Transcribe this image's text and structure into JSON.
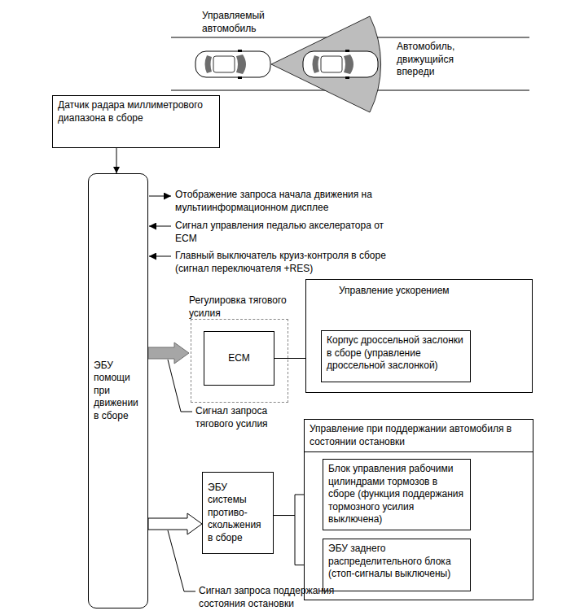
{
  "diagram": {
    "nodes": [
      {
        "text": [
          "Датчик радара миллиметрового диапазона в сборе"
        ]
      },
      {
        "text": [
          "ЭБУ помощи при движении в сборе"
        ]
      },
      {
        "text": [
          "Регулировка тягового усилия"
        ]
      },
      {
        "text": [
          "ECM"
        ],
        "in": 2
      },
      {
        "text": [
          "Управление ускорением"
        ]
      },
      {
        "text": [
          "Корпус дроссельной заслонки в сборе (управление дроссельной заслонкой)"
        ],
        "in": 4
      },
      {
        "text": [
          "Управление при поддержании автомобиля в состоянии остановки"
        ]
      },
      {
        "text": [
          "Блок управления рабочими цилиндрами тормозов в сборе (функция поддержания тормозного усилия выключена)"
        ],
        "in": 6
      },
      {
        "text": [
          "ЭБУ заднего распределительного блока (стоп-сигналы выключены)"
        ],
        "in": 6
      },
      {
        "text": [
          "ЭБУ системы противо-скольжения в сборе"
        ]
      }
    ],
    "edges": [
      {
        "from": 0,
        "to": 1,
        "arrow": "to"
      },
      {
        "from": 1,
        "to": 2,
        "arrow": "to"
      },
      {
        "from": 3,
        "to": 5,
        "arrow": "to"
      },
      {
        "from": 1,
        "to": 9,
        "arrow": "to"
      },
      {
        "from": 9,
        "to": 7,
        "arrow": "to"
      },
      {
        "from": 9,
        "to": 8,
        "arrow": "to"
      }
    ],
    "labels": [
      "Управляемый автомобиль",
      "Автомобиль, движущийся впереди",
      "Отображение запроса начала движения на мультиинформационном дисплее",
      "Сигнал управления педалью акселератора от ECM",
      "Главный выключатель круиз-контроля в сборе (сигнал переключателя +RES)",
      "Сигнал запроса тягового усилия",
      "Сигнал запроса поддержания состояния остановки"
    ]
  }
}
